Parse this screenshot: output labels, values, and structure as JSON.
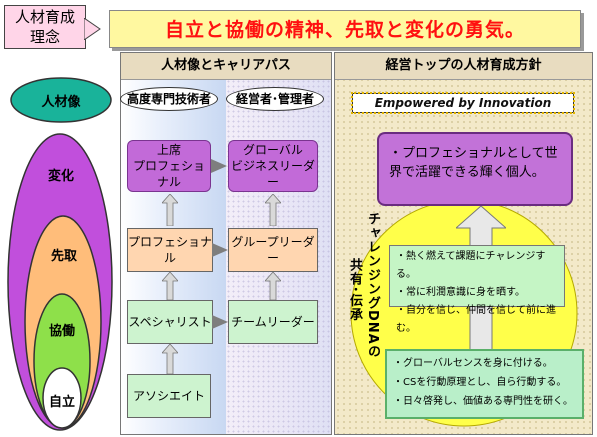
{
  "header": {
    "philosophy_label": "人材育成\n理念",
    "motto": "自立と協働の精神、先取と変化の勇気。"
  },
  "left_column": {
    "layers": [
      {
        "label": "人材像",
        "color": "#19b39a"
      },
      {
        "label": "変化",
        "color": "#c14fdc"
      },
      {
        "label": "先取",
        "color": "#ffbd7a"
      },
      {
        "label": "協働",
        "color": "#8ee04a"
      },
      {
        "label": "自立",
        "color": "#ffffff"
      }
    ]
  },
  "career": {
    "title": "人材像とキャリアパス",
    "tracks": [
      {
        "name": "高度専門技術者",
        "steps": [
          "アソシエイト",
          "スペシャリスト",
          "プロフェショナル",
          "上席\nプロフェショナル"
        ]
      },
      {
        "name": "経営者･管理者",
        "steps": [
          "チームリーダー",
          "グループリーダー",
          "グローバル\nビジネスリーダー"
        ]
      }
    ]
  },
  "policy": {
    "title": "経営トップの人材育成方針",
    "slogan": "Empowered by Innovation",
    "ideal": "・プロフェショナルとして世界で活躍できる輝く個人。",
    "dna_label_1": "チャレンジングDNAの",
    "dna_label_2": "共有･伝承",
    "challenge_items": [
      "・熱く燃えて課題にチャレンジする。",
      "・常に利潤意識に身を晒す。",
      "・自分を信じ、仲間を信じて前に進む。"
    ],
    "foundation_items": [
      "・グローバルセンスを身に付ける。",
      "・CSを行動原理とし、自ら行動する。",
      "・日々啓発し、価値ある専門性を研く。"
    ]
  },
  "colors": {
    "motto_text": "#ff1010",
    "motto_bg": "#fff8a0",
    "purple_box": "#c26ad8",
    "peach_box": "#ffd6b0",
    "green_box": "#cdf3cf",
    "yellow_circle": "#ffff4a"
  }
}
